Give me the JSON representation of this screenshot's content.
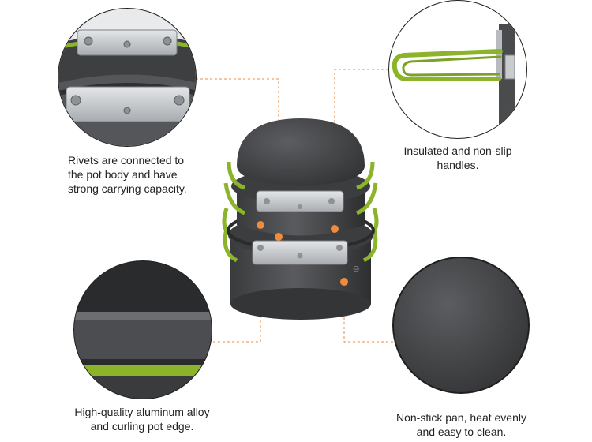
{
  "captions": {
    "rivets_line1": "Rivets are connected to",
    "rivets_line2": "the pot body and have",
    "rivets_line3": "strong carrying capacity.",
    "handles_line1": "Insulated and non-slip",
    "handles_line2": "handles.",
    "alloy_line1": "High-quality aluminum alloy",
    "alloy_line2": "and curling pot edge.",
    "nonstick_line1": "Non-stick pan, heat evenly",
    "nonstick_line2": "and easy to clean."
  },
  "colors": {
    "pot_body": "#4a4b4d",
    "pot_dark": "#333436",
    "handle_green": "#8cb42a",
    "steel": "#c9cccf",
    "leader_orange": "#f08a3c"
  },
  "icons": {
    "rivets_detail": "rivet-detail-image",
    "handle_detail": "handle-detail-image",
    "rim_detail": "rim-detail-image",
    "surface_detail": "nonstick-surface-image",
    "product": "cookware-set-image"
  }
}
